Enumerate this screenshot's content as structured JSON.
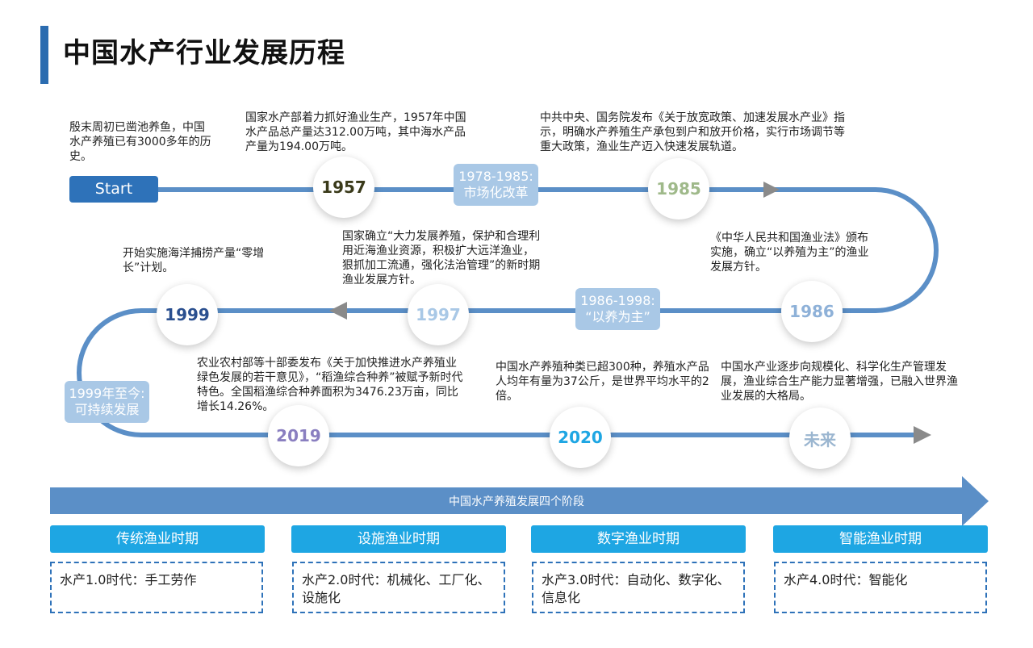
{
  "title": "中国水产行业发展历程",
  "start_label": "Start",
  "milestones": [
    {
      "year": "1957",
      "color": "#3a3a1a",
      "desc": "国家水产部着力抓好渔业生产，1957年中国水产品总产量达312.00万吨，其中海水产品产量为194.00万吨。"
    },
    {
      "year": "1985",
      "color": "#9fb98a",
      "desc": "中共中央、国务院发布《关于放宽政策、加速发展水产业》指示，明确水产养殖生产承包到户和放开价格，实行市场调节等重大政策，渔业生产迈入快速发展轨道。"
    },
    {
      "year": "1986",
      "color": "#8eb1d8",
      "desc": "《中华人民共和国渔业法》颁布实施，确立“以养殖为主”的渔业发展方针。"
    },
    {
      "year": "1997",
      "color": "#a9c8e6",
      "desc": "国家确立“大力发展养殖，保护和合理利用近海渔业资源，积极扩大远洋渔业，狠抓加工流通，强化法治管理”的新时期渔业发展方针。"
    },
    {
      "year": "1999",
      "color": "#2a4f8f",
      "desc": "开始实施海洋捕捞产量“零增长”计划。"
    },
    {
      "year": "2019",
      "color": "#8a7fc0",
      "desc": "农业农村部等十部委发布《关于加快推进水产养殖业绿色发展的若干意见》，“稻渔综合种养”被赋予新时代特色。全国稻渔综合种养面积为3476.23万亩，同比增长14.26%。"
    },
    {
      "year": "2020",
      "color": "#1ea6e3",
      "desc": "中国水产养殖种类已超300种，养殖水产品人均年有量为37公斤，是世界平均水平的2倍。"
    },
    {
      "year": "未来",
      "color": "#9bb6d0",
      "desc": "中国水产业逐步向规模化、科学化生产管理发展，渔业综合生产能力显著增强，已融入世界渔业发展的大格局。"
    }
  ],
  "origin_desc": "殷末周初已凿池养鱼，中国水产养殖已有3000多年的历史。",
  "stages": [
    {
      "line1": "1978-1985:",
      "line2": "市场化改革"
    },
    {
      "line1": "1986-1998:",
      "line2": "“以养为主”"
    },
    {
      "line1": "1999年至今:",
      "line2": "可持续发展"
    }
  ],
  "big_arrow_label": "中国水产养殖发展四个阶段",
  "phases": [
    {
      "name": "传统渔业时期",
      "desc": "水产1.0时代：手工劳作"
    },
    {
      "name": "设施渔业时期",
      "desc": "水产2.0时代：机械化、工厂化、设施化"
    },
    {
      "name": "数字渔业时期",
      "desc": "水产3.0时代：自动化、数字化、信息化"
    },
    {
      "name": "智能渔业时期",
      "desc": "水产4.0时代：智能化"
    }
  ],
  "colors": {
    "track": "#5b8fc7",
    "accent": "#2b6cb0",
    "phase": "#1ea6e3",
    "stage": "#a9c8e6"
  }
}
